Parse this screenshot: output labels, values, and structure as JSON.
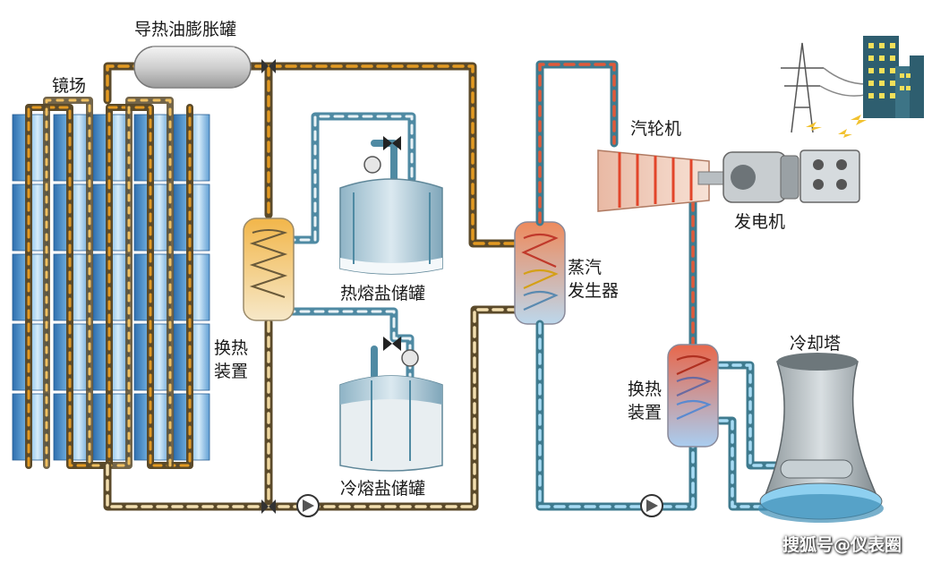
{
  "labels": {
    "expansion_tank": "导热油膨胀罐",
    "mirror_field": "镜场",
    "hot_salt_tank": "热熔盐储罐",
    "cold_salt_tank": "冷熔盐储罐",
    "heat_exchanger_left_line1": "换热",
    "heat_exchanger_left_line2": "装置",
    "steam_generator_line1": "蒸汽",
    "steam_generator_line2": "发生器",
    "turbine": "汽轮机",
    "generator": "发电机",
    "cooling_tower": "冷却塔",
    "heat_exchanger_right_line1": "换热",
    "heat_exchanger_right_line2": "装置"
  },
  "watermark": "搜狐号@仪表圈",
  "colors": {
    "oil_pipe": "#e39a22",
    "dark_pipe": "#5b4a2a",
    "salt_pipe": "#4f8aa3",
    "steam_pipe": "#3f7b8f",
    "hot": "#e25a3a",
    "cold": "#7fc0ea"
  }
}
